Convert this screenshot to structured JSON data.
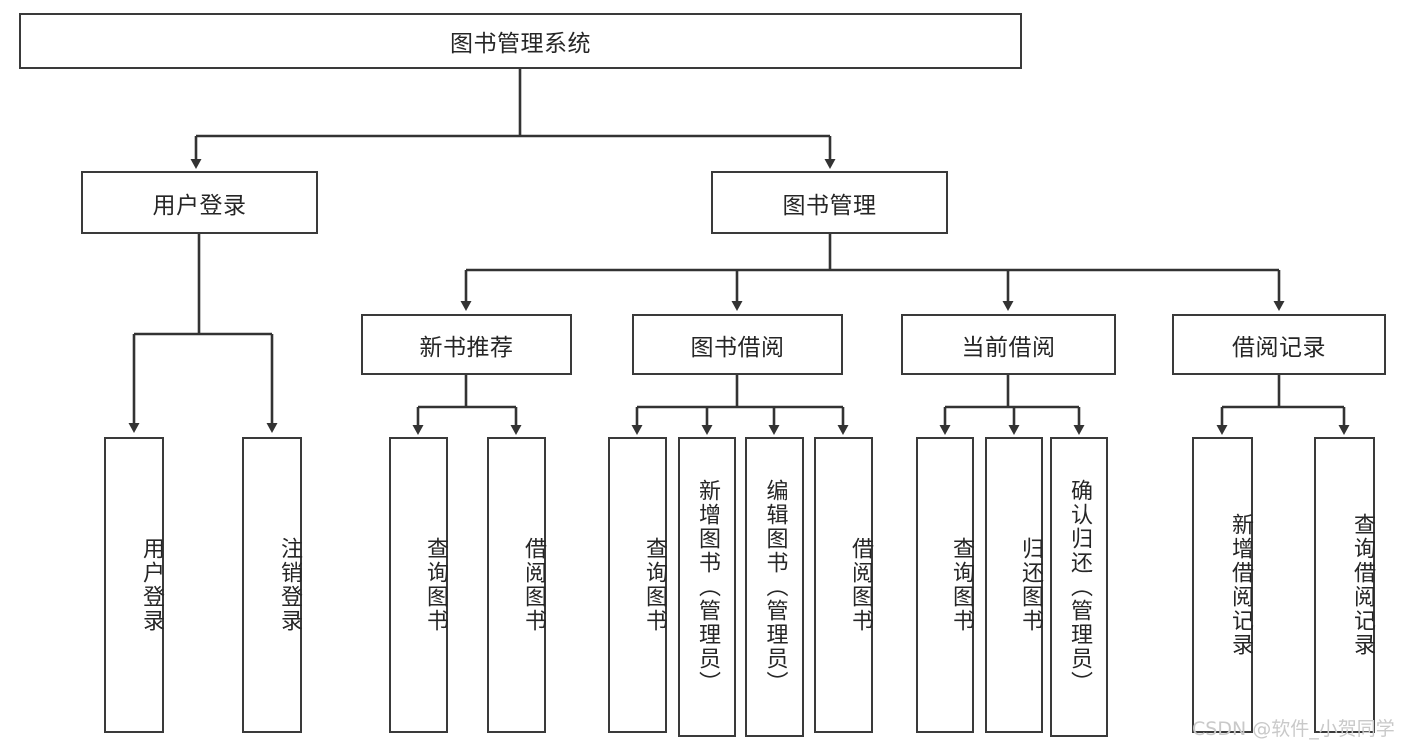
{
  "diagram": {
    "title": "图书管理系统",
    "type": "tree-hierarchy-diagram",
    "colors": {
      "box_border": "#3a3a3a",
      "box_fill": "#ffffff",
      "connector": "#333333",
      "text": "#262626",
      "watermark": "#c9c9c9",
      "background": "#ffffff"
    },
    "root": {
      "label": "图书管理系统"
    },
    "level1": [
      {
        "label": "用户登录"
      },
      {
        "label": "图书管理"
      }
    ],
    "level2": [
      {
        "label": "新书推荐"
      },
      {
        "label": "图书借阅"
      },
      {
        "label": "当前借阅"
      },
      {
        "label": "借阅记录"
      }
    ],
    "leaves": {
      "user_login": [
        {
          "label": "用户登录"
        },
        {
          "label": "注销登录"
        }
      ],
      "new_book_recommend": [
        {
          "label": "查询图书"
        },
        {
          "label": "借阅图书"
        }
      ],
      "book_borrow": [
        {
          "label": "查询图书"
        },
        {
          "label": "新增图书（管理员）"
        },
        {
          "label": "编辑图书（管理员）"
        },
        {
          "label": "借阅图书"
        }
      ],
      "current_borrow": [
        {
          "label": "查询图书"
        },
        {
          "label": "归还图书"
        },
        {
          "label": "确认归还（管理员）"
        }
      ],
      "borrow_record": [
        {
          "label": "新增借阅记录"
        },
        {
          "label": "查询借阅记录"
        }
      ]
    },
    "watermark": "CSDN @软件_小贺同学"
  }
}
